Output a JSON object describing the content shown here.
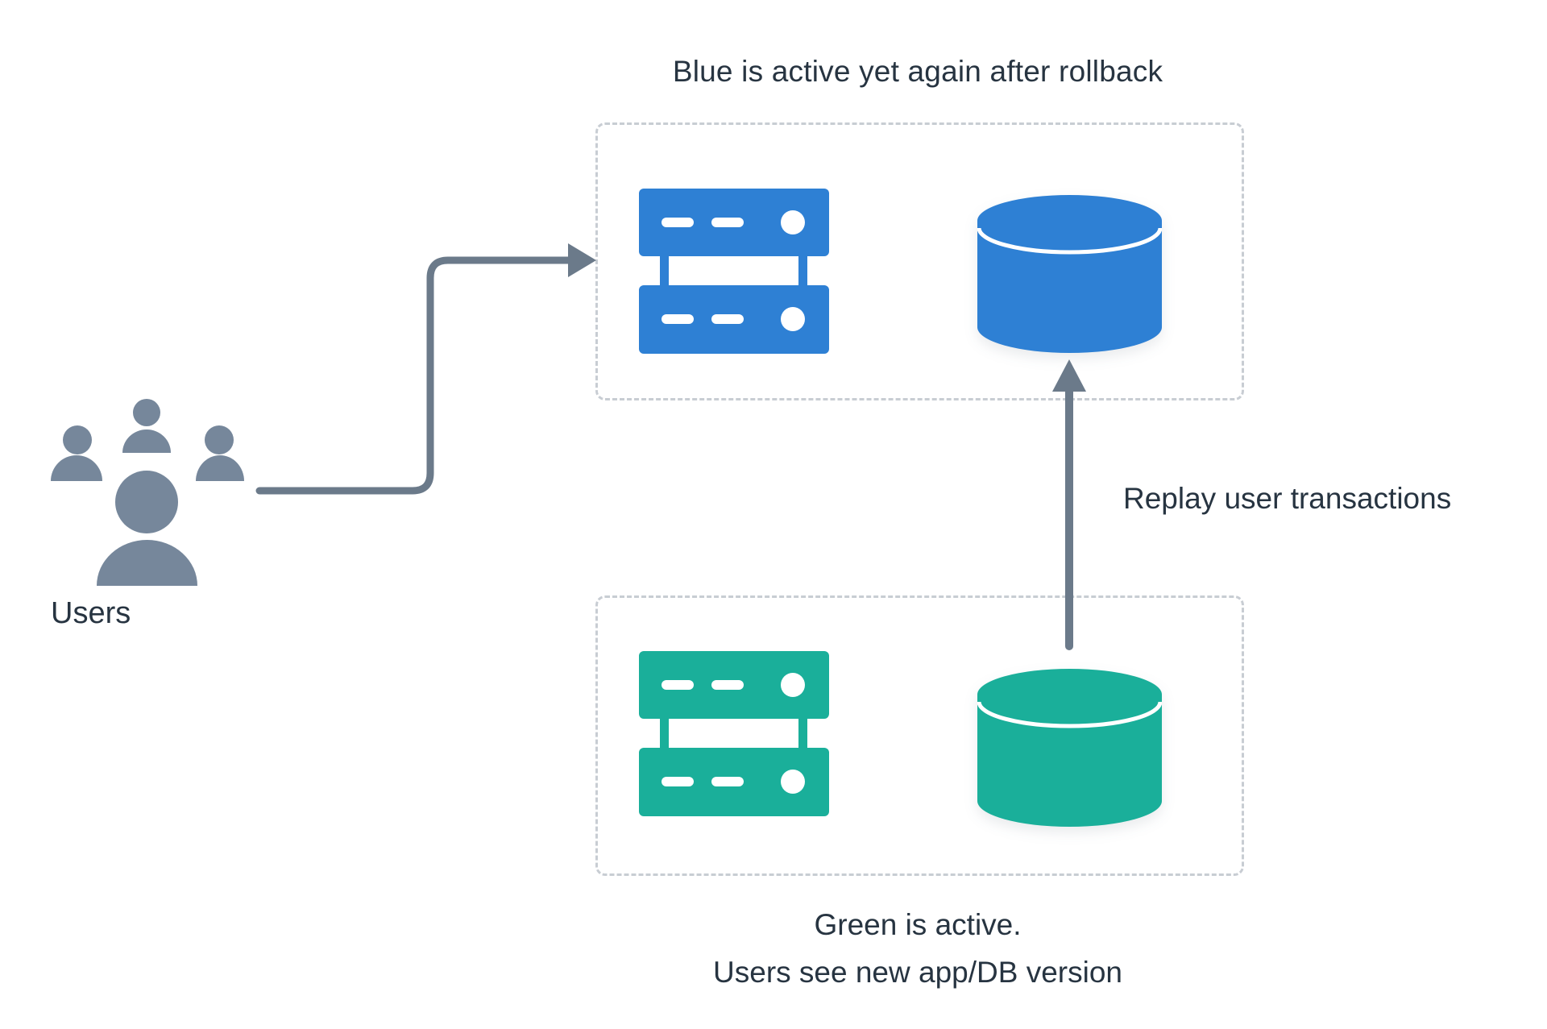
{
  "colors": {
    "blue": "#2e80d4",
    "green": "#1aaf9a",
    "slate": "#76879b",
    "arrow": "#6b7a8a",
    "dash": "#c8cdd3",
    "text": "#273441",
    "bg": "#ffffff"
  },
  "users": {
    "icon": "users-group-icon",
    "label": "Users"
  },
  "blue_environment": {
    "title": "Blue is active yet again after rollback",
    "color": "#2e80d4",
    "icons": [
      "server-stack-icon",
      "database-icon"
    ]
  },
  "green_environment": {
    "caption_line1": "Green is active.",
    "caption_line2": "Users see new app/DB version",
    "color": "#1aaf9a",
    "icons": [
      "server-stack-icon",
      "database-icon"
    ]
  },
  "arrows": {
    "users_to_blue": {
      "icon": "elbow-arrow-icon",
      "from": "users",
      "to": "blue-environment"
    },
    "replay": {
      "icon": "up-arrow-icon",
      "label": "Replay user transactions",
      "from": "green-database",
      "to": "blue-database"
    }
  }
}
